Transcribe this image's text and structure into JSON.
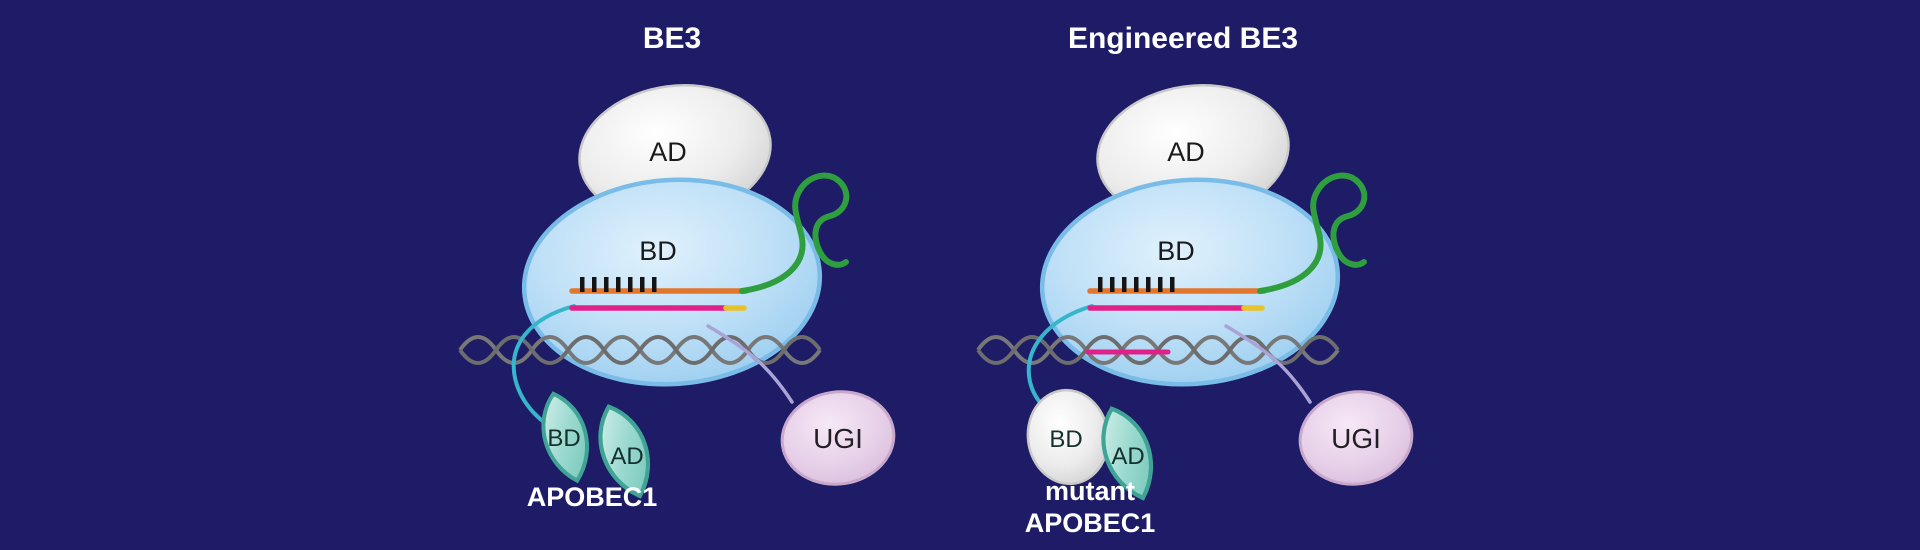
{
  "figure": {
    "panels": {
      "left": {
        "title": "BE3",
        "cas9": {
          "ad_label": "AD",
          "bd_label": "BD"
        },
        "apobec1": {
          "bd_label": "BD",
          "ad_label": "AD",
          "name": "APOBEC1"
        },
        "ugi_label": "UGI"
      },
      "right": {
        "title": "Engineered BE3",
        "cas9": {
          "ad_label": "AD",
          "bd_label": "BD"
        },
        "apobec1": {
          "bd_label": "BD",
          "ad_label": "AD",
          "name_line1": "mutant",
          "name_line2": "APOBEC1"
        },
        "ugi_label": "UGI"
      }
    },
    "colors": {
      "background": "#1e1c66",
      "cas9_fill": "#b9dcf6",
      "cas9_stroke": "#79bce8",
      "ad_lobe_fill": "#ececec",
      "apobec_leaf_fill": "#9ad9cf",
      "apobec_leaf_stroke": "#3fa496",
      "ugi_fill": "#e9d3ea",
      "ugi_stroke": "#c9a8cc",
      "sgrna_scaffold_green": "#2f9e3f",
      "sgrna_spacer_orange": "#e2762d",
      "target_strand_magenta": "#e0218a",
      "pam_yellow": "#e8c22a",
      "dna_gray": "#787878",
      "linker_cyan": "#35b6cc",
      "linker_lavender": "#a9a3d6"
    }
  }
}
